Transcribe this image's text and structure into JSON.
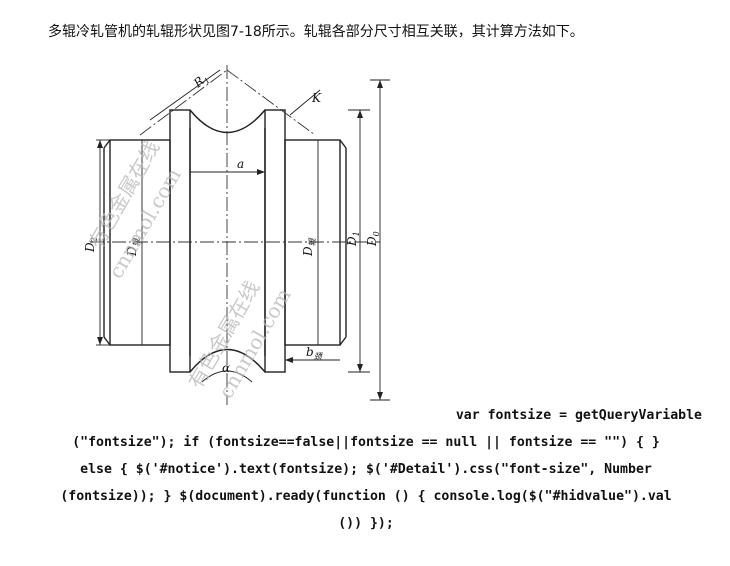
{
  "intro_text": "多辊冷轧管机的轧辊形状见图7-18所示。轧辊各部分尺寸相互关联，其计算方法如下。",
  "figure": {
    "labels": {
      "R": "R",
      "R_sub": "1",
      "K": "K",
      "a": "a",
      "alpha": "α",
      "D2": "D",
      "D2_sub": "2",
      "Dleft": "D",
      "Dleft_sub": "辊",
      "Dright": "D",
      "Dright_sub": "辊",
      "D1": "D",
      "D1_sub": "1",
      "D0": "D",
      "D0_sub": "0",
      "b": "b",
      "b_sub": "颈"
    },
    "watermarks": [
      "有色金属在线",
      "cnnmol.com",
      "有色金属在线",
      "cnnmol.com"
    ]
  },
  "code_lines": [
    "var fontsize = getQueryVariable",
    "(\"fontsize\"); if (fontsize==false||fontsize == null || fontsize == \"\") { }",
    "else { $('#notice').text(fontsize); $('#Detail').css(\"font-size\", Number",
    "(fontsize)); } $(document).ready(function () { console.log($(\"#hidvalue\").val",
    "()) });"
  ]
}
